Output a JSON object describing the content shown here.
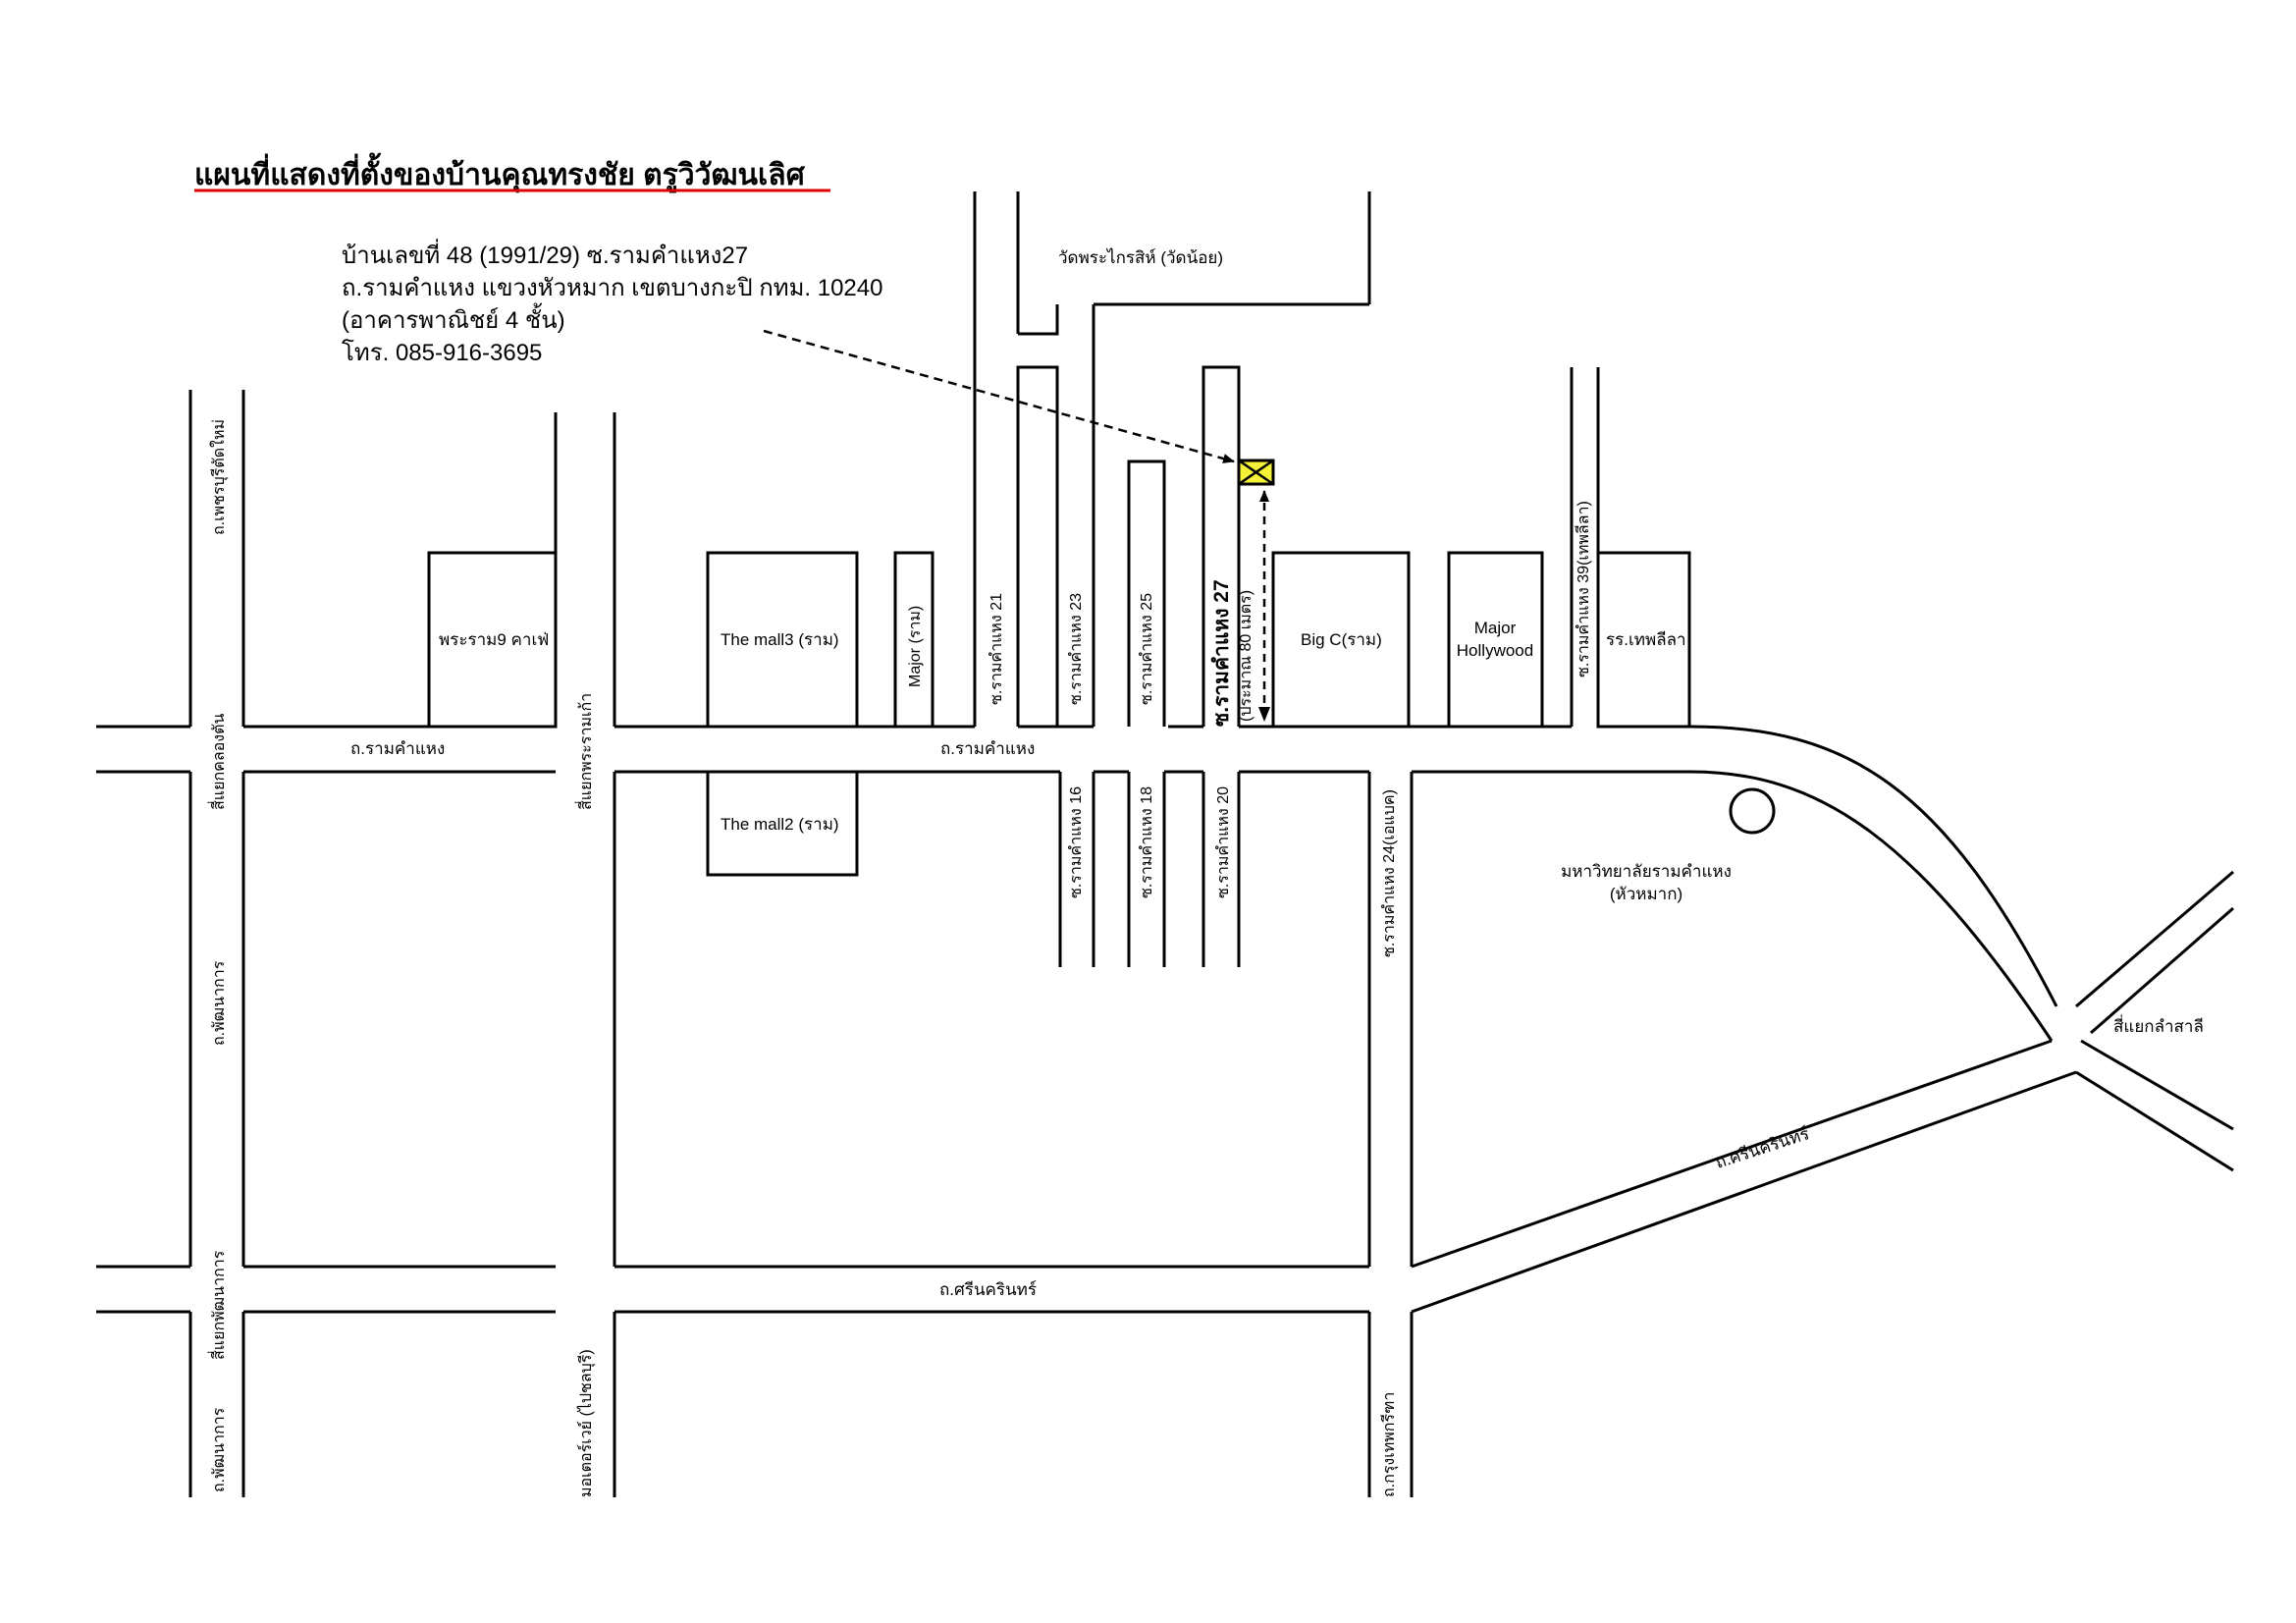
{
  "title": "แผนที่แสดงที่ตั้งของบ้านคุณทรงชัย ตรูวิวัฒนเลิศ",
  "address": {
    "line1": "บ้านเลขที่ 48 (1991/29)  ซ.รามคำแหง27",
    "line2": "ถ.รามคำแหง แขวงหัวหมาก เขตบางกะปิ กทม. 10240",
    "line3": "(อาคารพาณิชย์ 4 ชั้น)",
    "line4": "โทร. 085-916-3695"
  },
  "colors": {
    "title": "#e00000",
    "marker_fill": "#f6f23a",
    "lines": "#000000"
  },
  "roads": {
    "ramkhamhaeng_west": "ถ.รามคำแหง",
    "ramkhamhaeng_mid": "ถ.รามคำแหง",
    "srinakarin_mid": "ถ.ศรีนครินทร์",
    "srinakarin_east": "ถ.ศรีนครินทร์",
    "phetchaburi_tatmai": "ถ.เพชรบุรีตัดใหม่",
    "phatthanakan": "ถ.พัฒนาการ",
    "phatthanakan_bottom": "ถ.พัฒนาการ",
    "motorway": "มอเตอร์เวย์ (ไปชลบุรี)",
    "krungthep_kreetha": "ถ.กรุงเทพกรีฑา"
  },
  "intersections": {
    "khlong_tan": "สี่แยกคลองตัน",
    "phra_ram_kao": "สี่แยกพระรามเก้า",
    "phatthanakan": "สี่แยกพัฒนาการ",
    "lam_sali": "สี่แยกลำสาลี"
  },
  "sois": {
    "soi21": "ซ.รามคำแหง 21",
    "soi23": "ซ.รามคำแหง 23",
    "soi25": "ซ.รามคำแหง 25",
    "soi27": "ซ.รามคำแหง 27",
    "soi39": "ซ.รามคำแหง 39(เทพลีลา)",
    "soi16": "ซ.รามคำแหง 16",
    "soi18": "ซ.รามคำแหง 18",
    "soi20": "ซ.รามคำแหง 20",
    "soi24": "ซ.รามคำแหง 24(เอแบค)"
  },
  "distance_note": "(ประมาณ 80 เมตร)",
  "landmarks": {
    "temple": "วัดพระไกรสิห์ (วัดน้อย)",
    "rama9_cafe": "พระราม9 คาเฟ่",
    "mall3": "The mall3 (ราม)",
    "major_ram": "Major (ราม)",
    "bigc": "Big C(ราม)",
    "major_hollywood_1": "Major",
    "major_hollywood_2": "Hollywood",
    "school": "รร.เทพลีลา",
    "mall2": "The mall2 (ราม)",
    "university_1": "มหาวิทยาลัยรามคำแหง",
    "university_2": "(หัวหมาก)"
  }
}
